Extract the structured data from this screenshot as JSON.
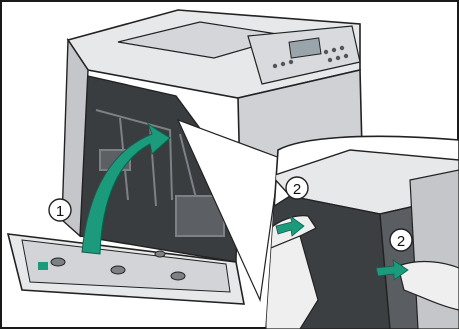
{
  "figure": {
    "steps": [
      {
        "number": "1",
        "action": "open-front-cover"
      },
      {
        "number": "2",
        "action": "close-front-cover-left-hand"
      },
      {
        "number": "2",
        "action": "close-front-cover-right-hand"
      }
    ]
  },
  "colors": {
    "arrow": "#1c9a7c",
    "outline": "#222222",
    "body_light": "#e7e8ea",
    "body_mid": "#c4c6c9",
    "body_dark": "#7d8084",
    "interior": "#3a3d40",
    "panel_screen": "#9aa4ab",
    "skin": "#efefef",
    "frame": "#1a1a1a"
  }
}
